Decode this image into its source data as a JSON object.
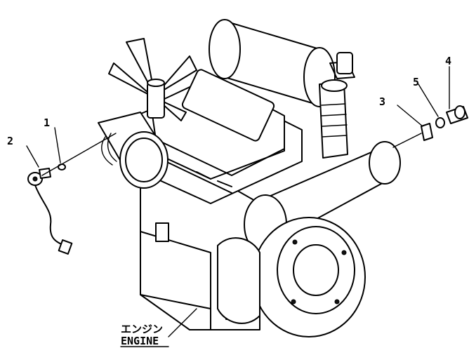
{
  "callouts": {
    "c1": "1",
    "c2": "2",
    "c3": "3",
    "c4": "4",
    "c5": "5"
  },
  "engine_label": {
    "jp": "エンジン",
    "en": "ENGINE"
  }
}
